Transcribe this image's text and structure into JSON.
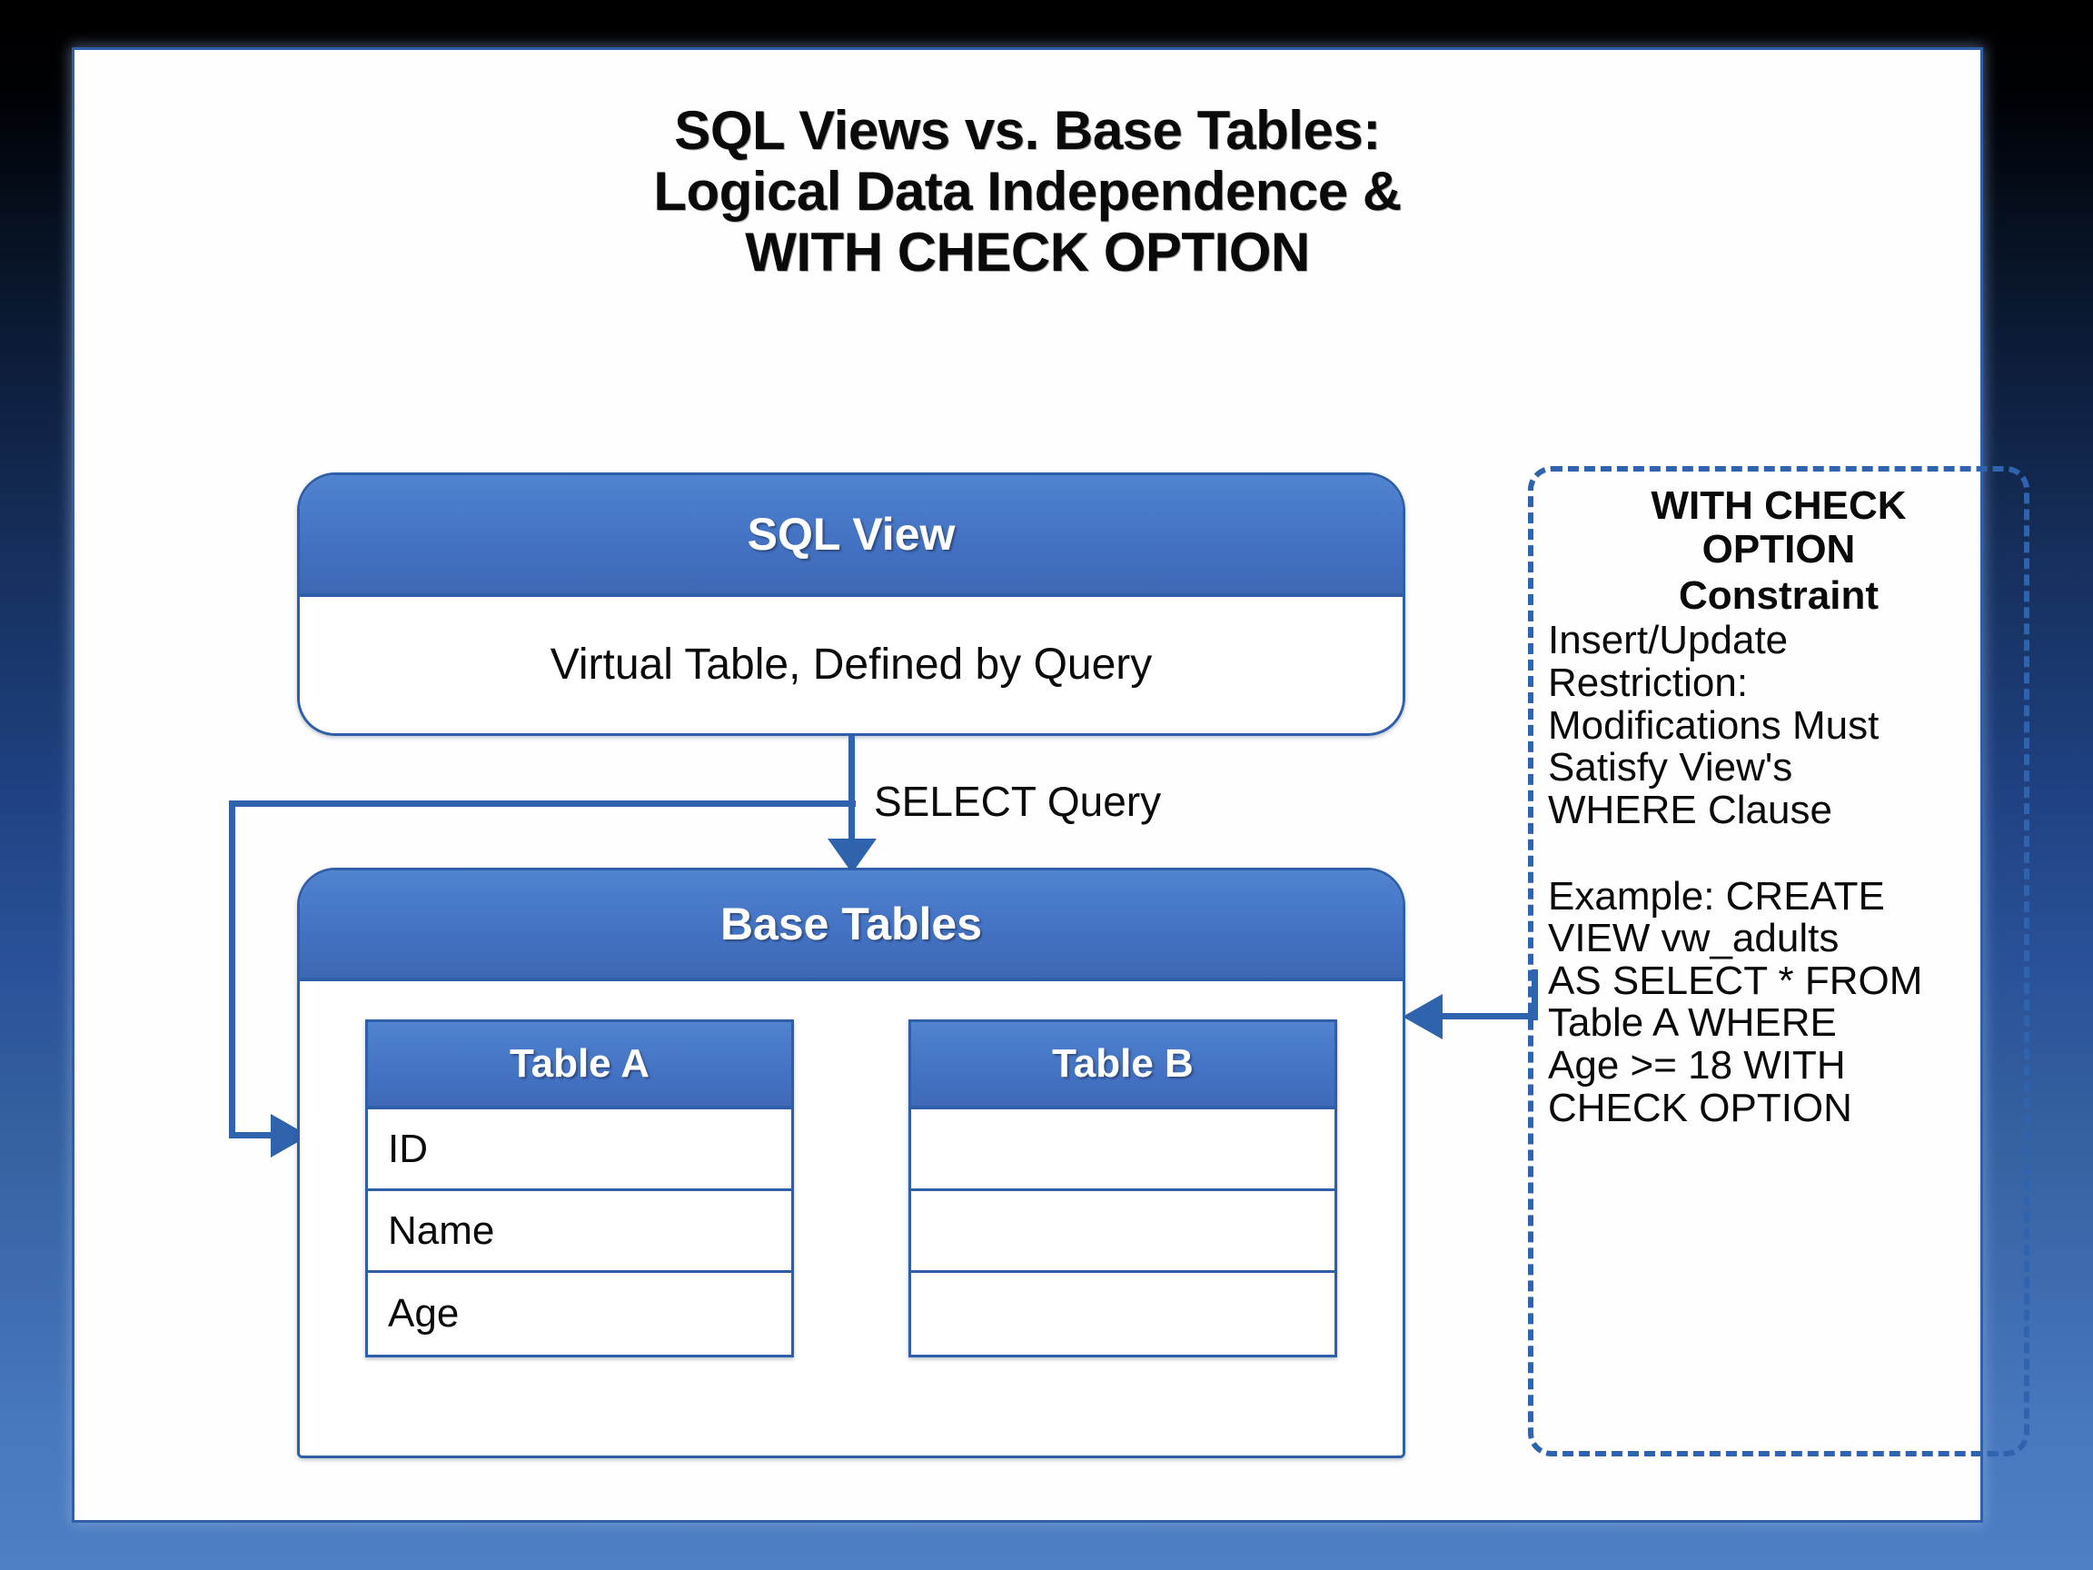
{
  "slide": {
    "title_lines": [
      "SQL Views vs. Base Tables:",
      "Logical Data Independence &",
      "WITH CHECK OPTION"
    ]
  },
  "sql_view": {
    "header": "SQL View",
    "body": "Virtual Table, Defined by Query"
  },
  "connector": {
    "select_query_label": "SELECT Query"
  },
  "base_tables": {
    "header": "Base Tables",
    "tables": [
      {
        "name": "Table A",
        "rows": [
          "ID",
          "Name",
          "Age"
        ]
      },
      {
        "name": "Table B",
        "rows": [
          "",
          "",
          ""
        ]
      }
    ]
  },
  "check_option_panel": {
    "title_line_1": "WITH CHECK",
    "title_line_2": "OPTION",
    "subtitle": "Constraint",
    "body_lines": [
      "Insert/Update",
      "Restriction:",
      "Modifications Must",
      "Satisfy View's",
      "WHERE Clause"
    ],
    "example_lines": [
      "Example: CREATE",
      "VIEW vw_adults",
      "AS SELECT * FROM",
      "Table A WHERE",
      "Age >= 18 WITH",
      "CHECK OPTION"
    ]
  },
  "colors": {
    "accent_blue": "#4472C4",
    "border_blue": "#2f5fa8",
    "connector_blue": "#2f63ad",
    "panel_white": "#fefefe",
    "text_black": "#0a0a0a"
  }
}
